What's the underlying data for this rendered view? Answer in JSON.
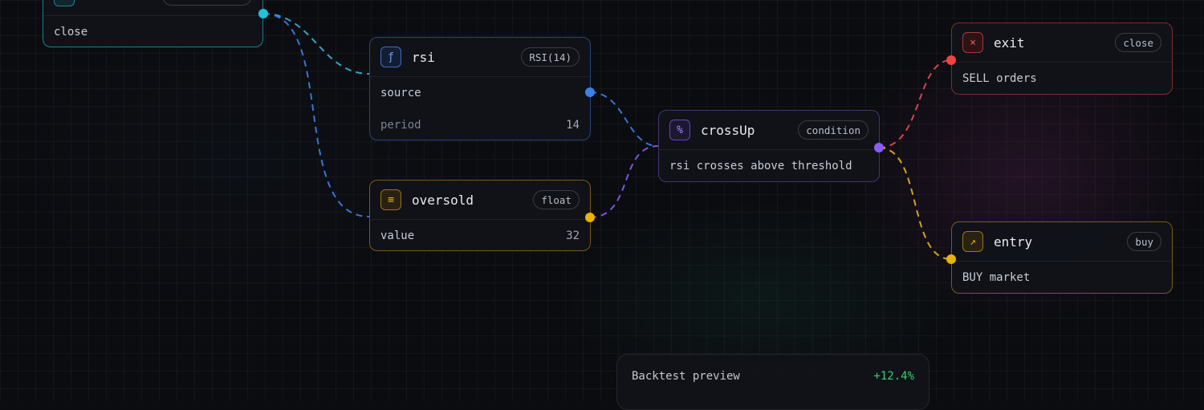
{
  "colors": {
    "teal": "#22c1d6",
    "blue": "#3b82e6",
    "yellow": "#eab308",
    "purple": "#8b5cf6",
    "red": "#ef4444",
    "green": "#3ccf6e"
  },
  "nodes": {
    "source": {
      "icon": "price-icon",
      "row1": "close"
    },
    "rsi": {
      "icon": "function-icon",
      "icon_glyph": "ƒ",
      "title": "rsi",
      "badge": "RSI(14)",
      "row1": "source",
      "row2_label": "period",
      "row2_value": "14"
    },
    "oversold": {
      "icon": "list-icon",
      "icon_glyph": "≡",
      "title": "oversold",
      "badge": "float",
      "row1_label": "value",
      "row1_value": "32"
    },
    "crossup": {
      "icon": "percent-icon",
      "icon_glyph": "%",
      "title": "crossUp",
      "badge": "condition",
      "row1": "rsi crosses above threshold"
    },
    "exit": {
      "icon": "close-icon",
      "icon_glyph": "×",
      "title": "exit",
      "badge": "close",
      "row1": "SELL orders"
    },
    "entry": {
      "icon": "arrow-up-right-icon",
      "icon_glyph": "↗",
      "title": "entry",
      "badge": "buy",
      "row1": "BUY market"
    }
  },
  "backtest": {
    "label": "Backtest preview",
    "value": "+12.4%"
  }
}
